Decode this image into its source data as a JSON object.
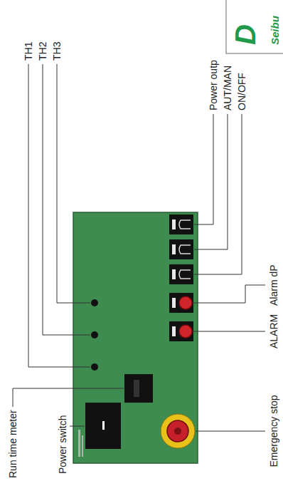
{
  "diagram": {
    "labels": [
      "Run time meter",
      "Power switch",
      "TH1",
      "TH2",
      "TH3",
      "ON/OFF",
      "AUT/MAN",
      "Power outp",
      "D",
      "Seibu",
      "Emergency stop",
      "ALARM",
      "Alarm dP"
    ]
  }
}
